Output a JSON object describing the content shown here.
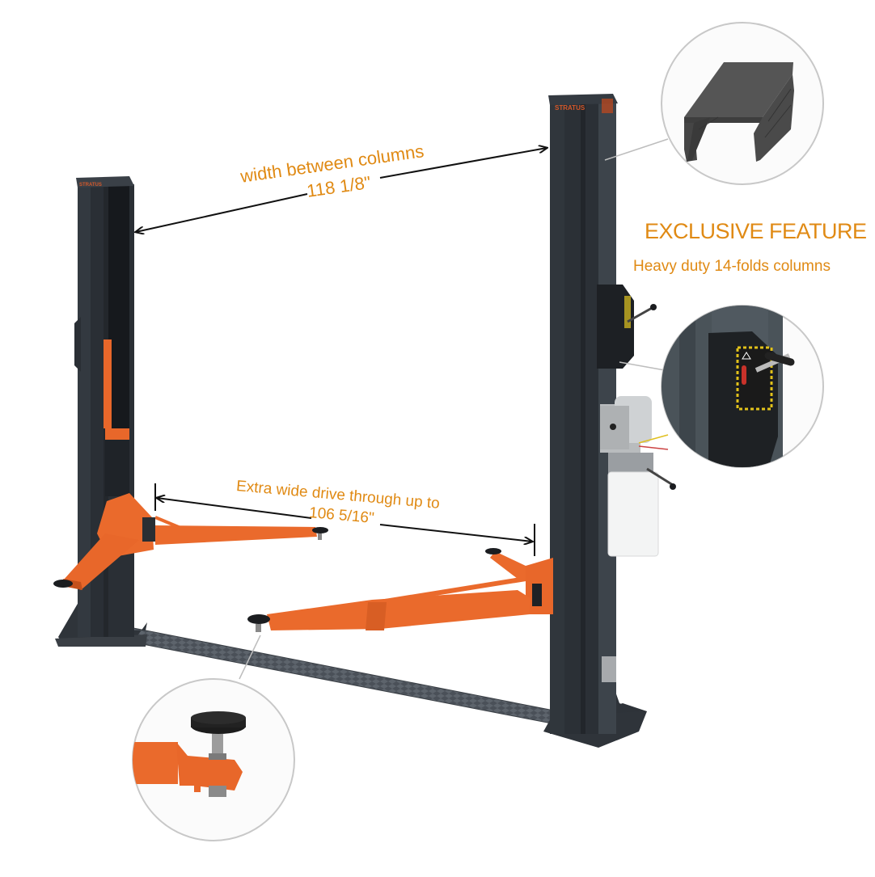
{
  "annotations": {
    "width_between_columns": {
      "title": "width between columns",
      "value": "118 1/8\""
    },
    "drive_through": {
      "title": "Extra wide drive through up to",
      "value": "106 5/16\""
    }
  },
  "feature": {
    "title": "EXCLUSIVE FEATURE",
    "subtitle": "Heavy duty 14-folds columns"
  },
  "product": {
    "brand_label": "STRATUS",
    "column_color": "#2e3339",
    "arm_color": "#ea6a2c",
    "accent_text_color": "#e08a14"
  },
  "insets": [
    {
      "name": "column-profile-inset",
      "depicts": "14-fold column cross-section"
    },
    {
      "name": "lock-release-inset",
      "depicts": "safety lock release handle box"
    },
    {
      "name": "lift-pad-inset",
      "depicts": "threaded rubber lift pad on arm"
    }
  ]
}
